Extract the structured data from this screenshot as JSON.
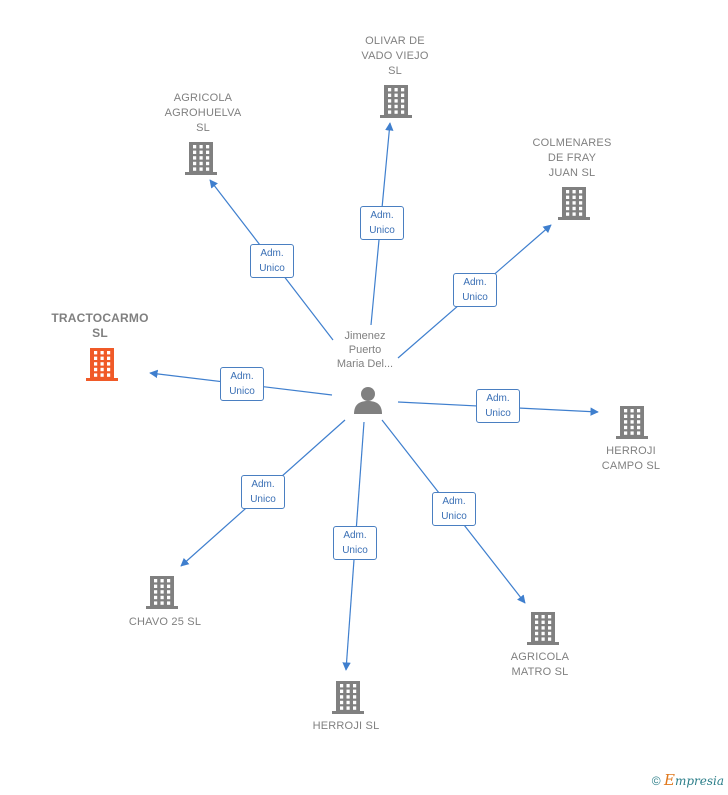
{
  "center": {
    "name": "Jimenez\nPuerto\nMaria Del...",
    "icon": "person-icon"
  },
  "edge_label": "Adm.\nUnico",
  "companies": [
    {
      "id": "olivar",
      "label": "OLIVAR DE\nVADO VIEJO\nSL",
      "highlight": false
    },
    {
      "id": "agrohuelva",
      "label": "AGRICOLA\nAGROHUELVA\nSL",
      "highlight": false
    },
    {
      "id": "colmenares",
      "label": "COLMENARES\nDE FRAY\nJUAN  SL",
      "highlight": false
    },
    {
      "id": "tractocarmo",
      "label": "TRACTOCARMO\nSL",
      "highlight": true
    },
    {
      "id": "herroji-campo",
      "label": "HERROJI\nCAMPO  SL",
      "highlight": false
    },
    {
      "id": "chavo",
      "label": "CHAVO 25  SL",
      "highlight": false
    },
    {
      "id": "herroji",
      "label": "HERROJI  SL",
      "highlight": false
    },
    {
      "id": "matro",
      "label": "AGRICOLA\nMATRO  SL",
      "highlight": false
    }
  ],
  "colors": {
    "building": "#808080",
    "building_highlight": "#f05a28",
    "edge": "#3f7fce",
    "person": "#808080"
  },
  "footer": {
    "copyright": "©",
    "brand_initial": "E",
    "brand_rest": "mpresia"
  }
}
